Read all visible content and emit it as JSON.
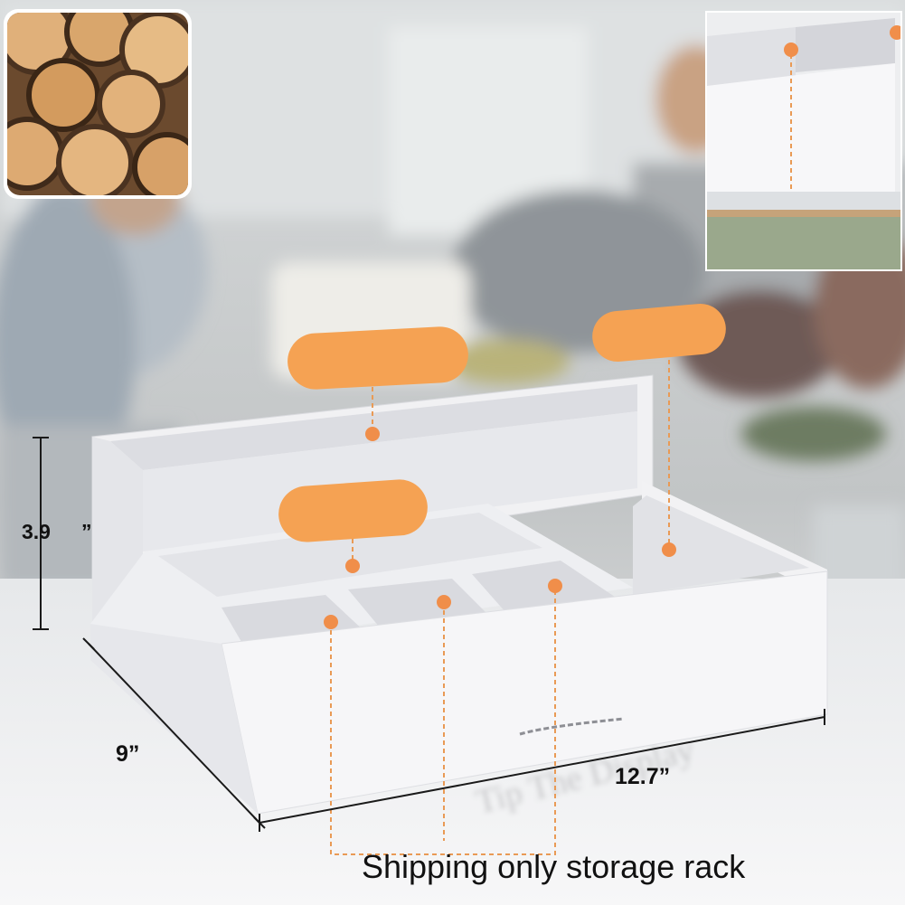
{
  "dimensions": {
    "height": "3.9",
    "height_mark": "”",
    "depth": "9”",
    "width": "12.7”"
  },
  "caption": "Shipping only storage rack",
  "colors": {
    "accent": "#F5A253",
    "rack": "#F4F4F6",
    "background": "#C9CCCF"
  }
}
